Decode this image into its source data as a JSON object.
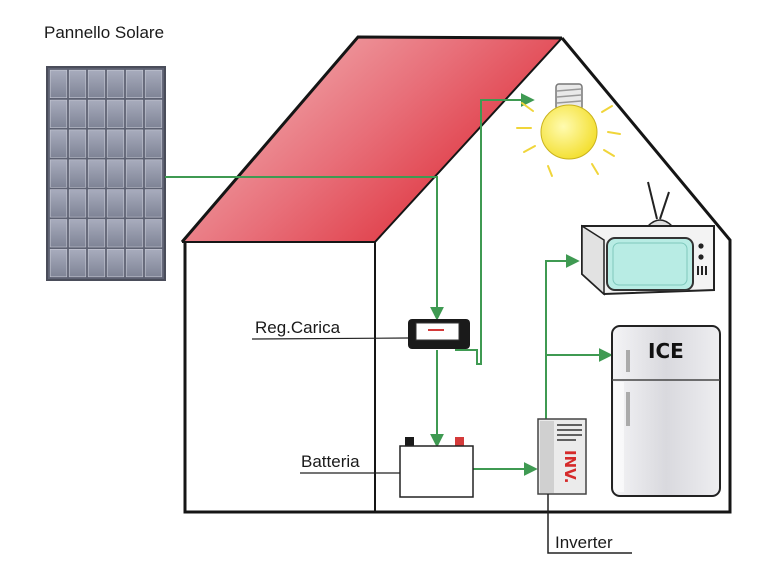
{
  "labels": {
    "solar_panel": "Pannello Solare",
    "charge_regulator": "Reg.Carica",
    "battery": "Batteria",
    "inverter": "Inverter",
    "fridge_brand": "ICE",
    "inverter_badge": "INV."
  },
  "colors": {
    "wire": "#3f9a52",
    "roof_light": "#f3b8b8",
    "roof_dark": "#e0323c",
    "bulb": "#f6e63a",
    "tv_screen": "#b8ece4"
  },
  "icons": [
    "solar-panel-icon",
    "light-bulb-icon",
    "tv-icon",
    "fridge-icon",
    "charge-regulator-icon",
    "battery-icon",
    "inverter-icon"
  ]
}
